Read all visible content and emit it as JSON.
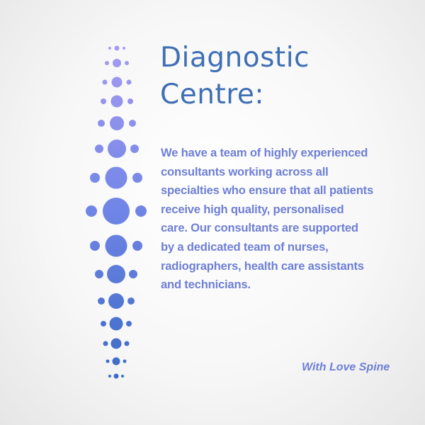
{
  "heading": {
    "line1": "Diagnostic",
    "line2": "Centre:"
  },
  "description": "We have a team of highly experienced consultants working across all specialties who ensure that all patients receive high quality, personalised care. Our consultants are supported by a dedicated team of nurses, radiographers, health care assistants and technicians.",
  "signature": "With Love Spine",
  "colors": {
    "heading": "#3f6fb5",
    "body_text": "#6e7fd6",
    "dots_top": "#9a92f0",
    "dots_middle": "#6f85e6",
    "dots_bottom": "#3f6fc8"
  },
  "decoration": {
    "icon": "spine-dots-icon"
  }
}
